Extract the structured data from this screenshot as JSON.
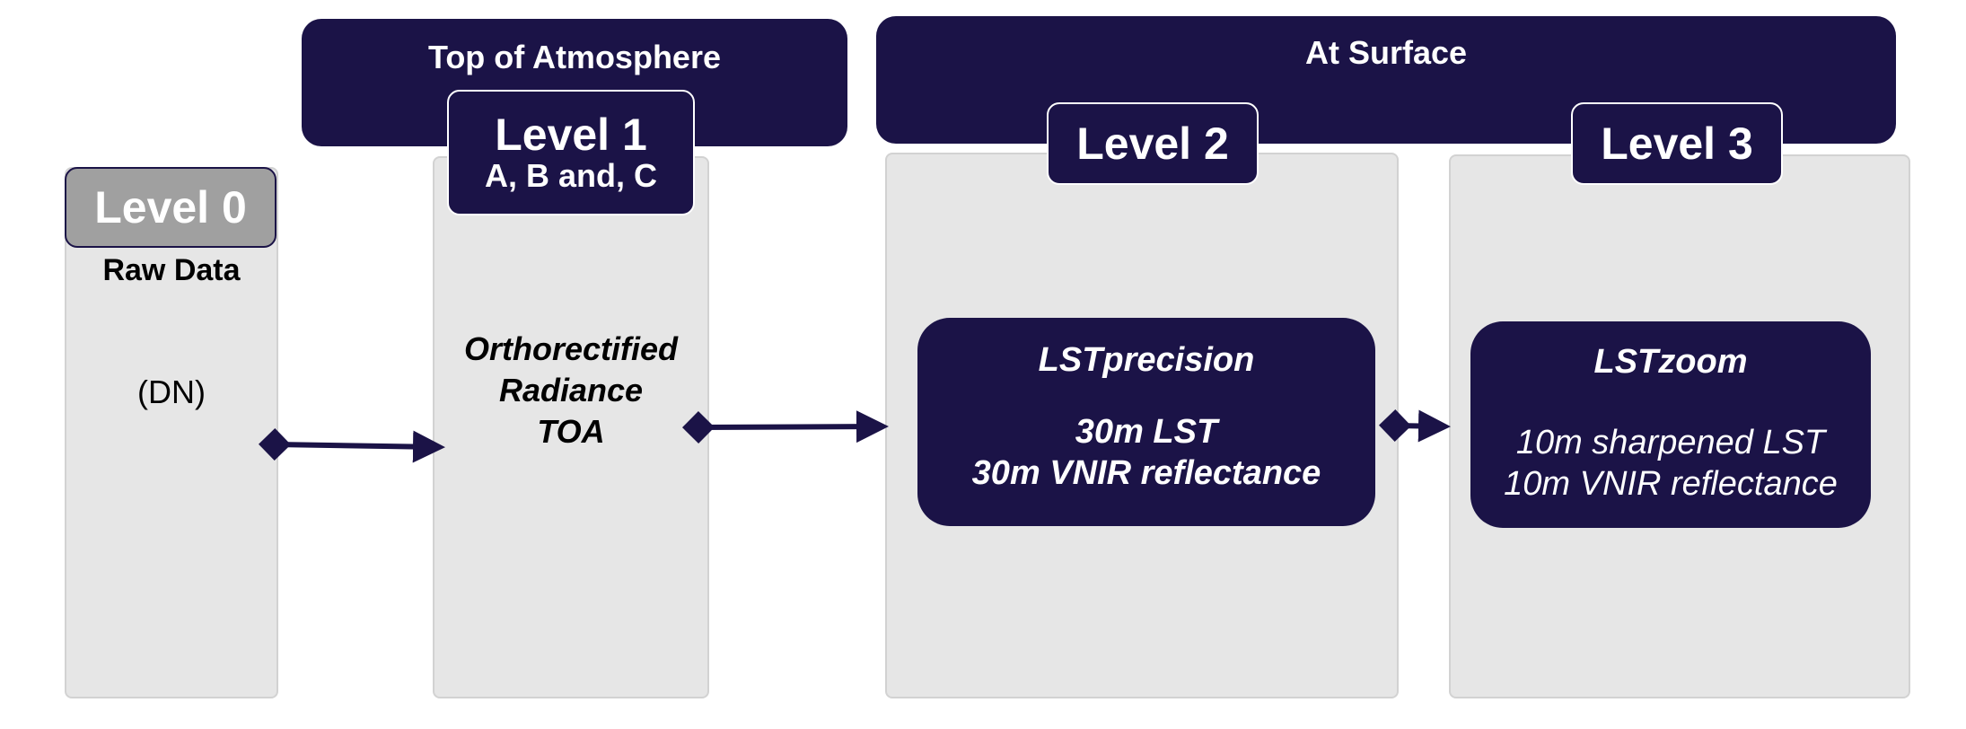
{
  "colors": {
    "navy": "#1b1347",
    "panel": "#e6e6e6",
    "level0_tab": "#a0a0a0"
  },
  "banners": {
    "toa": "Top of Atmosphere",
    "surface": "At Surface"
  },
  "level0": {
    "title": "Level 0",
    "subtitle": "Raw Data",
    "content": "(DN)"
  },
  "level1": {
    "title": "Level 1",
    "subtitle": "A, B and, C",
    "content": [
      "Orthorectified",
      "Radiance",
      "TOA"
    ]
  },
  "level2": {
    "title": "Level 2",
    "product": {
      "name": "LSTprecision",
      "lines": [
        "30m LST",
        "30m VNIR reflectance"
      ]
    }
  },
  "level3": {
    "title": "Level 3",
    "product": {
      "name": "LSTzoom",
      "lines": [
        "10m sharpened LST",
        "10m VNIR reflectance"
      ]
    }
  }
}
